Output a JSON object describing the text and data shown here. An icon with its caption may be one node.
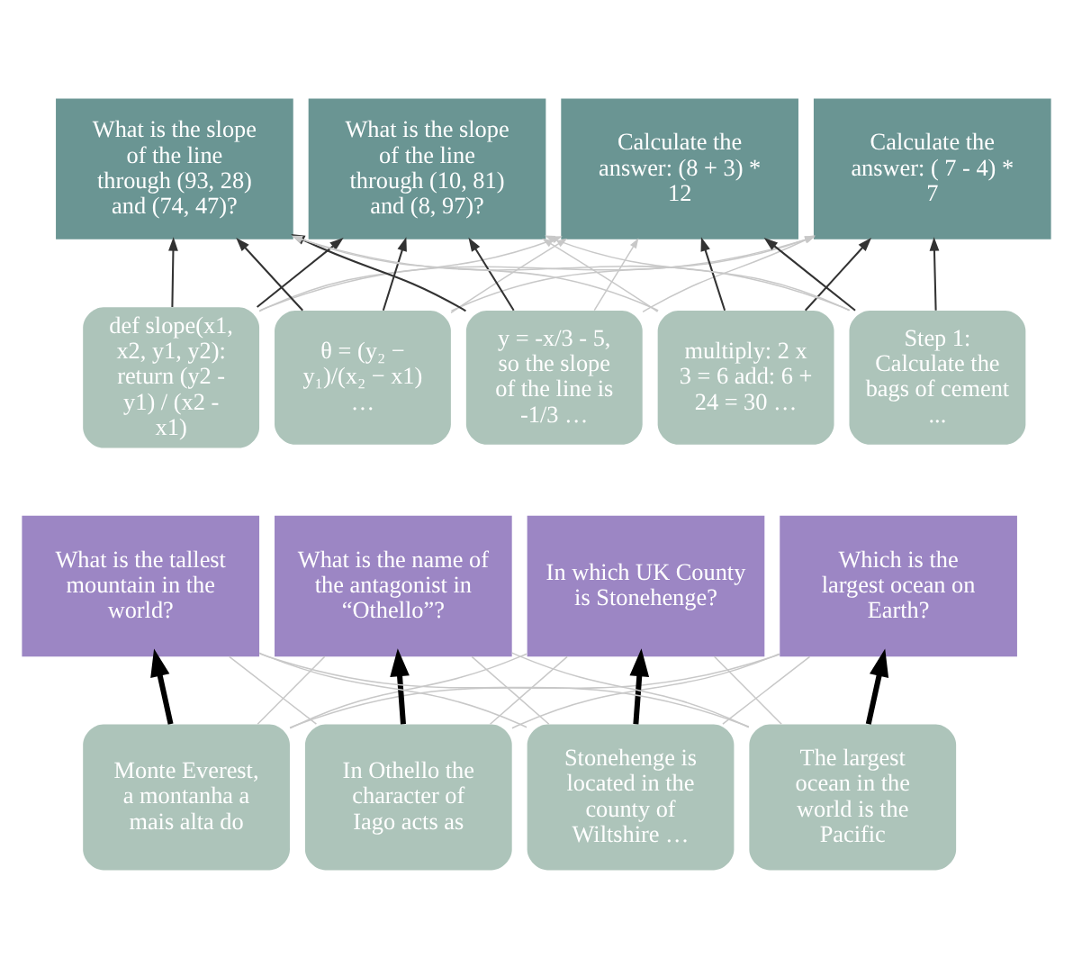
{
  "diagram": {
    "nodes": [
      {
        "text": [
          "What is the slope of the line through (93, 28) and (74, 47)?"
        ]
      },
      {
        "text": [
          "What is the slope of the line through (10, 81) and (8, 97)?"
        ]
      },
      {
        "text": [
          "Calculate the answer: (8 + 3) * 12"
        ]
      },
      {
        "text": [
          "Calculate the answer: ( 7 - 4) * 7"
        ]
      },
      {
        "text": [
          "def slope(x1, x2, y1, y2): return (y2 - y1) / (x2 - x1)"
        ]
      },
      {
        "text": [
          "θ = (y₂ − y₁)/(x₂ − x1) …"
        ]
      },
      {
        "text": [
          "y = -x/3 - 5, so the slope of the line is -1/3 …"
        ]
      },
      {
        "text": [
          "multiply: 2 x 3 = 6 add: 6 + 24 = 30 …"
        ]
      },
      {
        "text": [
          "Step 1: Calculate the bags of cement ..."
        ]
      },
      {
        "text": [
          "What is the tallest mountain in the world?"
        ]
      },
      {
        "text": [
          "What is the name of the antagonist in “Othello”?"
        ]
      },
      {
        "text": [
          "In which UK County is Stonehenge?"
        ]
      },
      {
        "text": [
          "Which is the largest ocean on Earth?"
        ]
      },
      {
        "text": [
          "Monte Everest, a montanha a mais alta do"
        ]
      },
      {
        "text": [
          "In Othello the character of Iago acts as"
        ]
      },
      {
        "text": [
          "Stonehenge is located in the county of Wiltshire …"
        ]
      },
      {
        "text": [
          "The largest ocean in the world is the Pacific"
        ]
      }
    ],
    "edges": [
      {
        "from": 4,
        "to": 0,
        "arrow": "to",
        "color": "#333333"
      },
      {
        "from": 4,
        "to": 1,
        "arrow": "to",
        "color": "#333333"
      },
      {
        "from": 4,
        "to": 2,
        "arrow": "to"
      },
      {
        "from": 4,
        "to": 3,
        "arrow": "to"
      },
      {
        "from": 5,
        "to": 0,
        "arrow": "to",
        "color": "#333333"
      },
      {
        "from": 5,
        "to": 1,
        "arrow": "to",
        "color": "#333333"
      },
      {
        "from": 5,
        "to": 2,
        "arrow": "to"
      },
      {
        "from": 5,
        "to": 3,
        "arrow": "to"
      },
      {
        "from": 6,
        "to": 0,
        "arrow": "to",
        "color": "#333333"
      },
      {
        "from": 6,
        "to": 1,
        "arrow": "to",
        "color": "#333333"
      },
      {
        "from": 6,
        "to": 2,
        "arrow": "to"
      },
      {
        "from": 6,
        "to": 3,
        "arrow": "to"
      },
      {
        "from": 7,
        "to": 0,
        "arrow": "to"
      },
      {
        "from": 7,
        "to": 1,
        "arrow": "to"
      },
      {
        "from": 7,
        "to": 2,
        "arrow": "to",
        "color": "#333333"
      },
      {
        "from": 7,
        "to": 3,
        "arrow": "to",
        "color": "#333333"
      },
      {
        "from": 8,
        "to": 0,
        "arrow": "to"
      },
      {
        "from": 8,
        "to": 1,
        "arrow": "to"
      },
      {
        "from": 8,
        "to": 2,
        "arrow": "to",
        "color": "#333333"
      },
      {
        "from": 8,
        "to": 3,
        "arrow": "to",
        "color": "#333333"
      },
      {
        "from": 13,
        "to": 9,
        "arrow": "to",
        "style": "thick",
        "color": "#000000"
      },
      {
        "from": 13,
        "to": 10,
        "arrow": "none"
      },
      {
        "from": 13,
        "to": 11,
        "arrow": "none"
      },
      {
        "from": 13,
        "to": 12,
        "arrow": "none"
      },
      {
        "from": 14,
        "to": 9,
        "arrow": "none"
      },
      {
        "from": 14,
        "to": 10,
        "arrow": "to",
        "style": "thick",
        "color": "#000000"
      },
      {
        "from": 14,
        "to": 11,
        "arrow": "none"
      },
      {
        "from": 14,
        "to": 12,
        "arrow": "none"
      },
      {
        "from": 15,
        "to": 9,
        "arrow": "none"
      },
      {
        "from": 15,
        "to": 10,
        "arrow": "none"
      },
      {
        "from": 15,
        "to": 11,
        "arrow": "to",
        "style": "thick",
        "color": "#000000"
      },
      {
        "from": 15,
        "to": 12,
        "arrow": "none"
      },
      {
        "from": 16,
        "to": 9,
        "arrow": "none"
      },
      {
        "from": 16,
        "to": 10,
        "arrow": "none"
      },
      {
        "from": 16,
        "to": 11,
        "arrow": "none"
      },
      {
        "from": 16,
        "to": 12,
        "arrow": "to",
        "style": "thick",
        "color": "#000000"
      }
    ]
  }
}
